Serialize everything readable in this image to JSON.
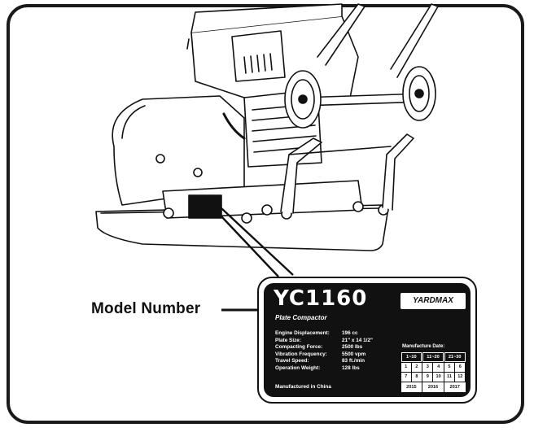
{
  "labels": {
    "model_number": "Model Number"
  },
  "plate": {
    "model": "YC1160",
    "subtitle": "Plate Compactor",
    "brand": "YARDMAX",
    "specs": [
      {
        "key": "Engine Displacement:",
        "value": "196 cc"
      },
      {
        "key": "Plate Size:",
        "value": "21\" x 14 1/2\""
      },
      {
        "key": "Compacting Force:",
        "value": "2500 lbs"
      },
      {
        "key": "Vibration Frequency:",
        "value": "5500 vpm"
      },
      {
        "key": "Travel Speed:",
        "value": "83 ft./min"
      },
      {
        "key": "Operation Weight:",
        "value": "128 lbs"
      }
    ],
    "made_in": "Manufactured in China",
    "manufacture_date": {
      "title": "Manufacture Date:",
      "day_ranges": [
        "1~10",
        "11~20",
        "21~30"
      ],
      "months_row1": [
        "1",
        "2",
        "3",
        "4",
        "5",
        "6"
      ],
      "months_row2": [
        "7",
        "8",
        "9",
        "10",
        "11",
        "12"
      ],
      "years": [
        "2015",
        "2016",
        "2017"
      ]
    }
  },
  "colors": {
    "ink": "#111111",
    "paper": "#ffffff"
  }
}
